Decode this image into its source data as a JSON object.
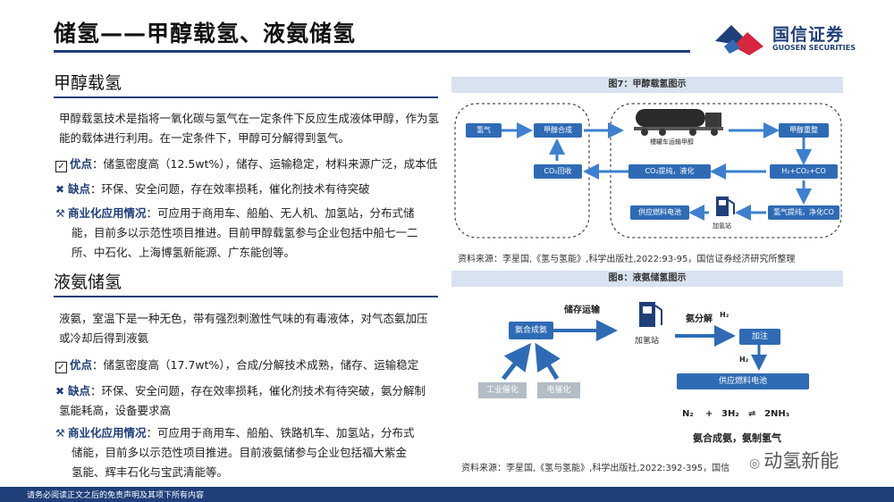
{
  "header": {
    "title": "储氢——甲醇载氢、液氨储氢",
    "logo_cn": "国信证券",
    "logo_en": "GUOSEN SECURITIES"
  },
  "methanol": {
    "title": "甲醇载氢",
    "para1": "甲醇载氢技术是指将一氧化碳与氢气在一定条件下反应生成液体甲醇，作为氢",
    "para2": "能的载体进行利用。在一定条件下，甲醇可分解得到氢气。",
    "adv_label": "优点",
    "adv_text": "：储氢密度高（12.5wt%），储存、运输稳定，材料来源广泛，成本低",
    "dis_label": "缺点",
    "dis_text": "：环保、安全问题，存在效率损耗，催化剂技术有待突破",
    "com_label": "商业化应用情况",
    "com_line1": "：可应用于商用车、船舶、无人机、加氢站，分布式储",
    "com_line2": "能，目前多以示范性项目推进。目前甲醇载氢参与企业包括中船七一二",
    "com_line3": "所、中石化、上海博氢新能源、广东能创等。"
  },
  "ammonia": {
    "title": "液氨储氢",
    "para1": "液氨，室温下是一种无色，带有强烈刺激性气味的有毒液体，对气态氨加压",
    "para2": "或冷却后得到液氨",
    "adv_label": "优点",
    "adv_text": "：储氢密度高（17.7wt%），合成/分解技术成熟，储存、运输稳定",
    "dis_label": "缺点",
    "dis_text1": "：环保、安全问题，存在效率损耗，催化剂技术有待突破，氨分解制",
    "dis_text2": "氢能耗高，设备要求高",
    "com_label": "商业化应用情况",
    "com_line1": "：可应用于商用车、船舶、铁路机车、加氢站，分布式",
    "com_line2": "储能，目前多以示范性项目推进。目前液氨储参与企业包括福大紫金",
    "com_line3": "氢能、辉丰石化与宝武清能等。"
  },
  "fig7": {
    "title": "图7：甲醇载氢图示",
    "n_h2": "氢气",
    "n_synth": "甲醇合成",
    "n_co2": "CO₂回收",
    "n_truck": "槽罐车运输甲醇",
    "n_reform": "甲醇重整",
    "n_co2sep": "CO₂提纯，液化",
    "n_mix": "H₂+CO₂+CO",
    "n_fc": "供应燃料电池",
    "n_station": "加氢站",
    "n_purify": "氢气提纯，净化CO",
    "source": "资料来源：李星国,《氢与氢能》,科学出版社,2022:93-95，国信证券经济研究所整理"
  },
  "fig8": {
    "title": "图8：液氨储氢图示",
    "n_synth": "氨合成氨",
    "n_ind": "工业催化",
    "n_elec": "电催化",
    "n_transport": "储存运输",
    "n_station": "加氢站",
    "n_decomp": "氨分解",
    "n_h2a": "H₂",
    "n_fill": "加注",
    "n_h2b": "H₂",
    "n_fc": "供应燃料电池",
    "eq_n2": "N₂",
    "eq_plus": "+",
    "eq_h2": "3H₂",
    "eq_arrow": "⇌",
    "eq_nh3": "2NH₃",
    "eq_caption": "氨合成氨，氨制氢气",
    "source": "资料来源：李星国,《氢与氢能》,科学出版社,2022:392-395，国信"
  },
  "watermark": "动氢新能",
  "footer": {
    "text": "请务必阅读正文之后的免责声明及其项下所有内容"
  }
}
